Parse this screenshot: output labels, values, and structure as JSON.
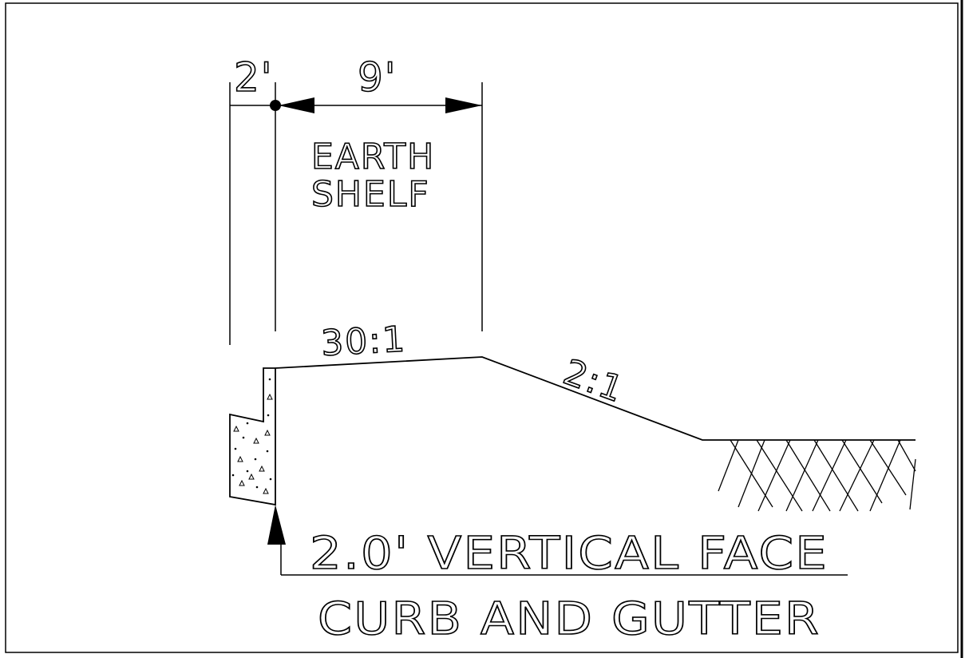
{
  "labels": {
    "dim_left": "2'",
    "dim_right": "9'",
    "shelf_line1": "EARTH",
    "shelf_line2": "SHELF",
    "slope_shelf": "30:1",
    "slope_side": "2:1",
    "callout_line1": "2.0' VERTICAL FACE",
    "callout_line2": "CURB AND GUTTER"
  },
  "colors": {
    "ink": "#000000",
    "paper": "#ffffff"
  }
}
